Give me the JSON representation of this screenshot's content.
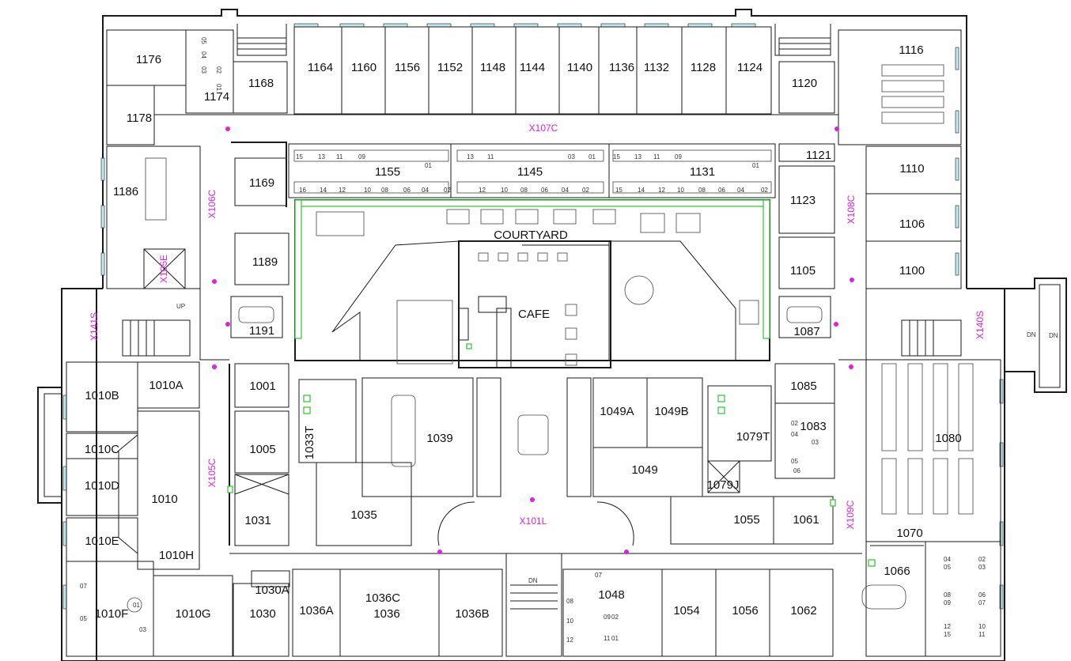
{
  "map_title": "",
  "colors": {
    "wall": "#1a1a1a",
    "corridor_label": "#e020e0",
    "courtyard_plants": "#2bc52b",
    "window_glass": "#bfeaf2",
    "restroom_fixtures": "#22cc22",
    "fire_line": "#cc2020"
  },
  "rooms_north": [
    "1176",
    "1178",
    "1174",
    "1168",
    "1164",
    "1160",
    "1156",
    "1152",
    "1148",
    "1144",
    "1140",
    "1136",
    "1132",
    "1128",
    "1124",
    "1120",
    "1116",
    "1121",
    "1110",
    "1106",
    "1100"
  ],
  "rooms_courtyard_ring": [
    "1186",
    "1169",
    "1155",
    "1145",
    "1131",
    "1123",
    "1189",
    "1191",
    "1105",
    "1087",
    "COURTYARD",
    "CAFE"
  ],
  "rooms_south": [
    "1010B",
    "1010A",
    "1010C",
    "1010D",
    "1010",
    "1010E",
    "1010H",
    "1010F",
    "1010G",
    "1001",
    "1005",
    "1033T",
    "1039",
    "1031",
    "1035",
    "1049A",
    "1049B",
    "1049",
    "1079T",
    "1079J",
    "1083",
    "1085",
    "1080",
    "1055",
    "1061",
    "1070",
    "1066",
    "1030A",
    "1030",
    "1036A",
    "1036C",
    "1036",
    "1036B",
    "1048",
    "1054",
    "1056",
    "1062"
  ],
  "corridors": [
    "X107C",
    "X106C",
    "X108C",
    "X105E",
    "X141S",
    "X140S",
    "X105C",
    "X109C",
    "X101L"
  ],
  "desk_numbers": {
    "1155_top": [
      "15",
      "13",
      "11",
      "09",
      "01"
    ],
    "1155_bottom": [
      "16",
      "14",
      "12",
      "10",
      "08",
      "06",
      "04",
      "02"
    ],
    "1145_top": [
      "13",
      "11",
      "03",
      "01"
    ],
    "1145_bottom": [
      "12",
      "10",
      "08",
      "06",
      "04",
      "02"
    ],
    "1131_top": [
      "15",
      "13",
      "11",
      "09",
      "01"
    ],
    "1131_bottom": [
      "15",
      "14",
      "12",
      "10",
      "08",
      "06",
      "04",
      "02"
    ],
    "1174": [
      "05",
      "04",
      "03",
      "02",
      "01"
    ],
    "1083": [
      "02",
      "04",
      "03",
      "05",
      "06"
    ],
    "1066": [
      "04",
      "05",
      "02",
      "03",
      "06",
      "07",
      "08",
      "09",
      "10",
      "11",
      "12",
      "15"
    ],
    "1048": [
      "07",
      "08",
      "09",
      "10",
      "11",
      "12",
      "02",
      "01"
    ],
    "1010F": [
      "07",
      "01",
      "05",
      "03"
    ]
  },
  "stair_marks": [
    "DN",
    "DN",
    "DN",
    "UP"
  ]
}
